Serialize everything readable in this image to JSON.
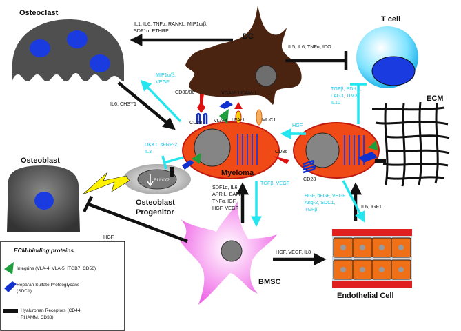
{
  "cells": {
    "osteoclast": "Osteoclast",
    "dc": "DC",
    "t_cell": "T cell",
    "ecm": "ECM",
    "osteoblast": "Osteoblast",
    "osteoblast_progenitor_1": "Osteoblast",
    "osteoblast_progenitor_2": "Progenitor",
    "runx2": "RUNX2",
    "myeloma": "Myeloma",
    "bmsc": "BMSC",
    "endothelial": "Endothelial Cell"
  },
  "labels": {
    "dc_to_osteoclast_1": "IL1, IL6, TNFα, RANKL, MIP1α/β,",
    "dc_to_osteoclast_2": "SDF1α, PTHRP",
    "dc_to_tcell": "IL5, IL6, TNFα, IDO",
    "myeloma_to_osteoclast_1": "MIP1α/β,",
    "myeloma_to_osteoclast_2": "VEGF",
    "osteoclast_to_myeloma": "IL6, CHSY1",
    "cd80": "CD80/86",
    "cd28_top": "CD28",
    "vla4_mol": "VLA-4",
    "vcam1": "VCAM-1",
    "icam1": "ICAM-1",
    "lfa1": "LFA-1",
    "muc1": "MUC1",
    "cd86": "CD86",
    "cd28_right": "CD28",
    "tcell_1": "TGFβ, PD-L1,",
    "tcell_2": "LAG3, TIM3,",
    "tcell_3": "IL10",
    "hgf_ecm": "HGF",
    "dkk_1": "DKK1, sFRP-2,",
    "dkk_2": "IL3",
    "tgf_vegf": "TGFβ, VEGF",
    "bmsc_up_1": "SDF1α, IL6",
    "bmsc_up_2": "APRIL, BAFF,",
    "bmsc_up_3": "TNFα, IGF,",
    "bmsc_up_4": "HGF, VEGF",
    "endo_1": "HGF, bFGF, VEGF",
    "endo_2": "Ang-2, SDC1,",
    "endo_3": "TGFβ",
    "il6_igf1": "IL6, IGF1",
    "hgf_osteoblast": "HGF",
    "bmsc_endo": "HGF, VEGF, IL8"
  },
  "legend": {
    "title": "ECM-binding proteins",
    "integrins": "Integrins (VLA-4, VLA-5, ITGB7, CD56)",
    "heparan_1": "Heparan Sulfate Proteoglycans",
    "heparan_2": "(SDC1)",
    "hyaluronan_1": "Hyaluronan Receptors (CD44,",
    "hyaluronan_2": "RHAMM, CD38)"
  },
  "colors": {
    "osteoclast": "#555555",
    "nucleus_blue": "#1a3be0",
    "dc": "#4a2410",
    "myeloma": "#f04a16",
    "myeloma_stroke": "#c01a10",
    "cyan_arrow": "#24e6ef",
    "black_arrow": "#111111",
    "bmsc": "#f066e6",
    "endothelial_band": "#e02020",
    "endothelial_fill": "#f07018",
    "tcell_light": "#9ef0ff",
    "tcell_dark": "#0aa8e6",
    "yellow_arrow": "#fff200",
    "integrin_green": "#1e9e3c",
    "heparan_blue": "#1030d0"
  }
}
